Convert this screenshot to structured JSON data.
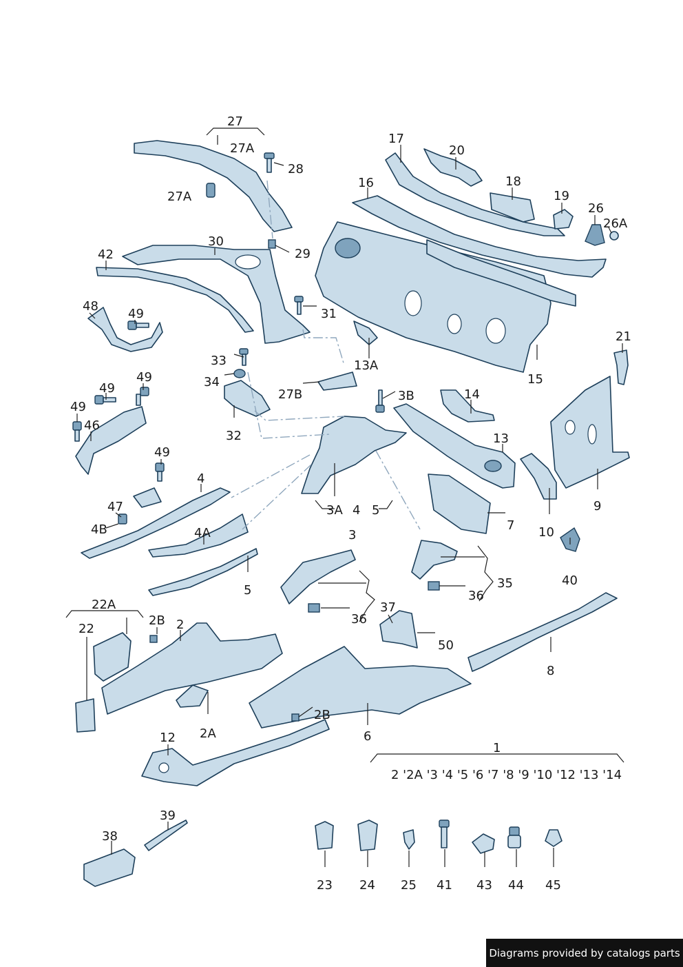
{
  "labels": {
    "l27": "27",
    "l27A_top": "27A",
    "l28": "28",
    "l27A_side": "27A",
    "l17": "17",
    "l20": "20",
    "l16": "16",
    "l18": "18",
    "l19": "19",
    "l26": "26",
    "l26A": "26A",
    "l30": "30",
    "l42": "42",
    "l29": "29",
    "l31": "31",
    "l48": "48",
    "l49a": "49",
    "l15": "15",
    "l21": "21",
    "l13A": "13A",
    "l33": "33",
    "l34": "34",
    "l27B": "27B",
    "l3B": "3B",
    "l14": "14",
    "l49b": "49",
    "l49c": "49",
    "l49d": "49",
    "l46": "46",
    "l32": "32",
    "l13": "13",
    "l9": "9",
    "l49e": "49",
    "l4": "4",
    "l47": "47",
    "l3A": "3A",
    "l4b": "4",
    "l5b": "5",
    "l7": "7",
    "l10": "10",
    "l4B": "4B",
    "l4A": "4A",
    "l3": "3",
    "l40": "40",
    "l5": "5",
    "l35": "35",
    "l36a": "36",
    "l36b": "36",
    "l22A": "22A",
    "l37": "37",
    "l22": "22",
    "l2B": "2B",
    "l2": "2",
    "l50": "50",
    "l8": "8",
    "l2A": "2A",
    "l2B_b": "2B",
    "l6": "6",
    "l12": "12",
    "l1": "1",
    "l1_sub": "2 '2A  '3 '4 '5 '6 '7 '8 '9 '10 '12 '13 '14",
    "l39": "39",
    "l38": "38",
    "l23": "23",
    "l24": "24",
    "l25": "25",
    "l41": "41",
    "l43": "43",
    "l44": "44",
    "l45": "45"
  },
  "footer": {
    "credit": "Diagrams provided by catalogs parts"
  },
  "colors": {
    "part_fill": "#c9dce9",
    "part_stroke": "#1d3f5a",
    "footer_bg": "#111111"
  }
}
